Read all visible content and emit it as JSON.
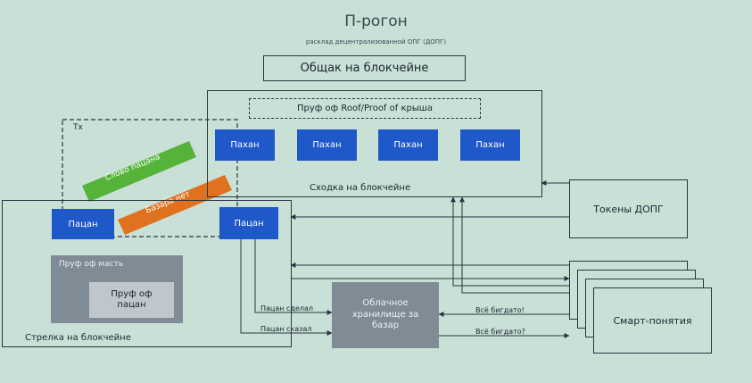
{
  "header": {
    "title": "П-рогон",
    "subtitle": "расклад децентрализованной ОПГ (ДОПГ)"
  },
  "nodes": {
    "obshchak": "Общак на блокчейне",
    "proof_roof": "Пруф оф Roof/Proof of крыша",
    "pakhan": [
      "Пахан",
      "Пахан",
      "Пахан",
      "Пахан"
    ],
    "skhodka": "Сходка на блокчейне",
    "tx": "Tx",
    "slovo_patsana": "Слово пацана",
    "bazara_net": "Базара нет",
    "patsan_left": "Пацан",
    "patsan_right": "Пацан",
    "proof_mast": "Пруф оф масть",
    "proof_patsan": "Пруф оф пацан",
    "strelka": "Стрелка на блокчейне",
    "tokens": "Токены ДОПГ",
    "cloud": "Облачное хранилище за базар",
    "smart": "Смарт-понятия"
  },
  "edges": {
    "patsan_sdelal": "Пацан сделал",
    "patsan_skazal": "Пацан сказал",
    "vse_bigdato": "Всё бигдато!",
    "vse_bigdato_q": "Всё бигдато?"
  },
  "colors": {
    "background": "#c9e0d6",
    "blue_node": "#1f58c8",
    "green_arrow": "#56b33a",
    "orange_arrow": "#e0711f",
    "gray_dark": "#7f8c95",
    "gray_light": "#bfc7cc"
  }
}
